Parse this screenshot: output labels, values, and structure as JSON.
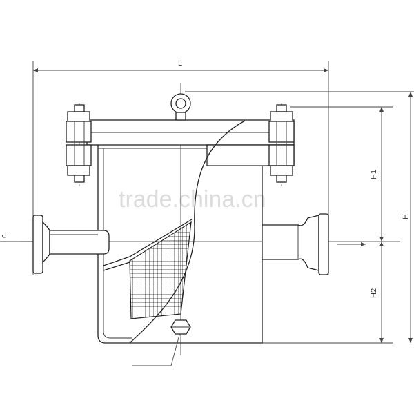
{
  "dimensions": {
    "length": "L",
    "total_height": "H",
    "upper_height": "H1",
    "lower_height": "H2",
    "inlet_side": "c"
  },
  "watermark": "trade.china.cn",
  "colors": {
    "line": "#222222",
    "watermark": "#dcdcdc",
    "background": "#ffffff"
  }
}
